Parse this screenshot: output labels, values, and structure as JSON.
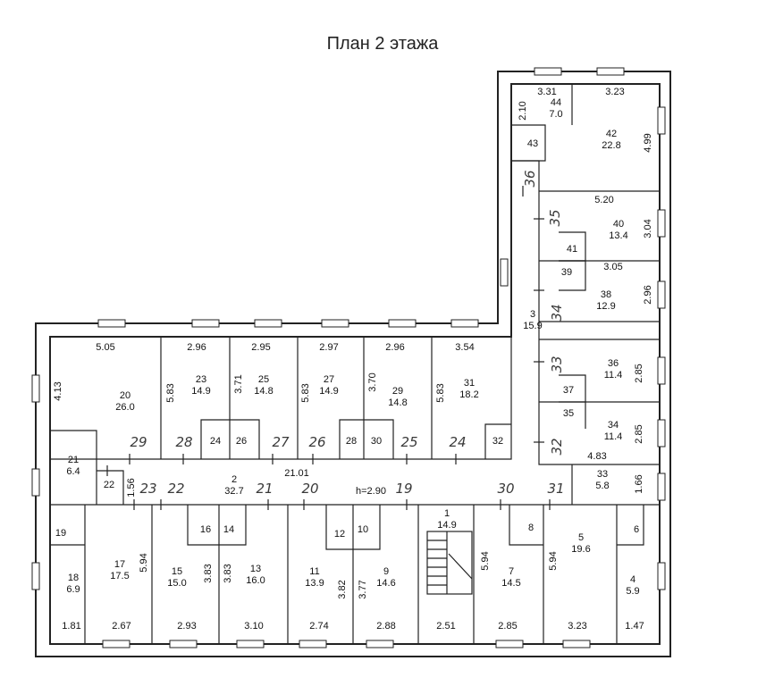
{
  "title": "План 2 этажа",
  "ceiling_height": "h=2.90",
  "rooms": [
    {
      "num": "1",
      "area": "14.9"
    },
    {
      "num": "2",
      "area": "32.7"
    },
    {
      "num": "3",
      "area": "15.9"
    },
    {
      "num": "4",
      "area": "5.9"
    },
    {
      "num": "5",
      "area": "19.6"
    },
    {
      "num": "6",
      "area": ""
    },
    {
      "num": "7",
      "area": "14.5"
    },
    {
      "num": "8",
      "area": ""
    },
    {
      "num": "9",
      "area": "14.6"
    },
    {
      "num": "10",
      "area": ""
    },
    {
      "num": "11",
      "area": "13.9"
    },
    {
      "num": "12",
      "area": ""
    },
    {
      "num": "13",
      "area": "16.0"
    },
    {
      "num": "14",
      "area": ""
    },
    {
      "num": "15",
      "area": "15.0"
    },
    {
      "num": "16",
      "area": ""
    },
    {
      "num": "17",
      "area": "17.5"
    },
    {
      "num": "18",
      "area": "6.9"
    },
    {
      "num": "19",
      "area": ""
    },
    {
      "num": "20",
      "area": "26.0"
    },
    {
      "num": "21",
      "area": "6.4"
    },
    {
      "num": "22",
      "area": ""
    },
    {
      "num": "23",
      "area": "14.9"
    },
    {
      "num": "24",
      "area": ""
    },
    {
      "num": "25",
      "area": "14.8"
    },
    {
      "num": "26",
      "area": ""
    },
    {
      "num": "27",
      "area": "14.9"
    },
    {
      "num": "28",
      "area": ""
    },
    {
      "num": "29",
      "area": "14.8"
    },
    {
      "num": "30",
      "area": ""
    },
    {
      "num": "31",
      "area": "18.2"
    },
    {
      "num": "32",
      "area": ""
    },
    {
      "num": "33",
      "area": "5.8"
    },
    {
      "num": "34",
      "area": "11.4"
    },
    {
      "num": "35",
      "area": ""
    },
    {
      "num": "36",
      "area": "11.4"
    },
    {
      "num": "37",
      "area": ""
    },
    {
      "num": "38",
      "area": "12.9"
    },
    {
      "num": "39",
      "area": ""
    },
    {
      "num": "40",
      "area": "13.4"
    },
    {
      "num": "41",
      "area": ""
    },
    {
      "num": "42",
      "area": "22.8"
    },
    {
      "num": "43",
      "area": ""
    },
    {
      "num": "44",
      "area": "7.0"
    }
  ],
  "dimensions": [
    "3.31",
    "3.23",
    "2.10",
    "4.99",
    "5.20",
    "3.04",
    "3.05",
    "2.96",
    "5.05",
    "2.96",
    "2.95",
    "2.97",
    "2.96",
    "3.54",
    "4.13",
    "5.83",
    "3.71",
    "5.83",
    "3.70",
    "5.83",
    "2.85",
    "2.85",
    "4.83",
    "1.66",
    "21.01",
    "1.56",
    "5.94",
    "3.83",
    "3.83",
    "3.82",
    "3.77",
    "5.94",
    "5.94",
    "1.81",
    "2.67",
    "2.93",
    "3.10",
    "2.74",
    "2.88",
    "2.51",
    "2.85",
    "3.23",
    "1.47"
  ],
  "handwritten": [
    "36",
    "35",
    "34",
    "33",
    "32",
    "29",
    "28",
    "27",
    "26",
    "25",
    "24",
    "23",
    "22",
    "21",
    "20",
    "19",
    "30",
    "31"
  ]
}
